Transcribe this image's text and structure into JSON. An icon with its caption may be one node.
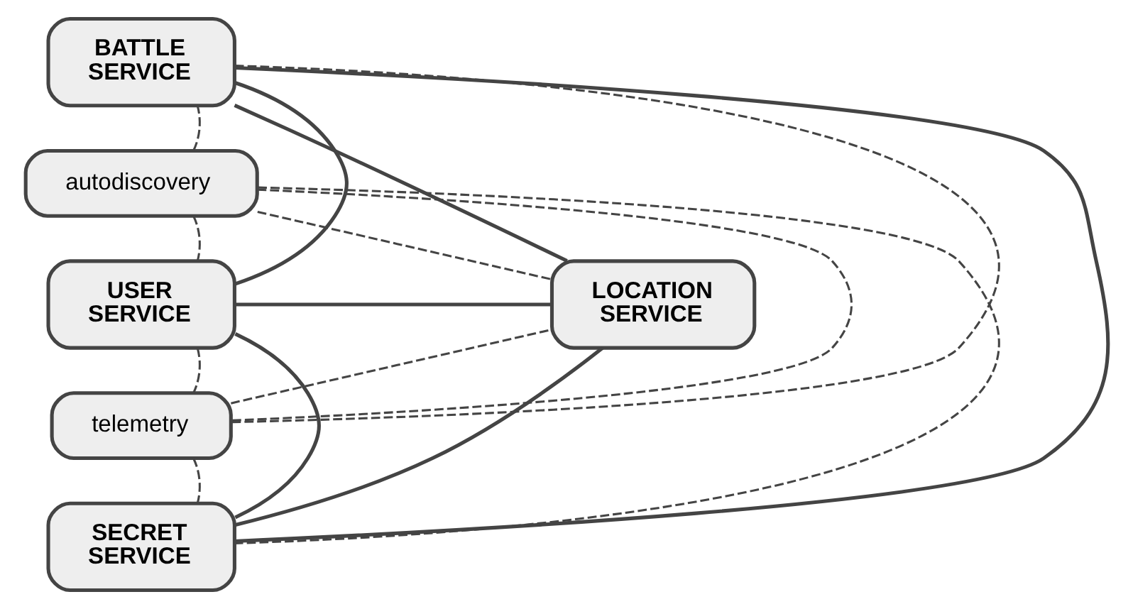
{
  "diagram": {
    "nodes": [
      {
        "text": [
          "BATTLE SERVICE"
        ]
      },
      {
        "text": [
          "autodiscovery"
        ]
      },
      {
        "text": [
          "USER SERVICE"
        ]
      },
      {
        "text": [
          "LOCATION SERVICE"
        ]
      },
      {
        "text": [
          "telemetry"
        ]
      },
      {
        "text": [
          "SECRET SERVICE"
        ]
      }
    ],
    "edges": [
      {
        "from": 2,
        "to": 0,
        "arrow": "none"
      },
      {
        "from": 0,
        "to": 3,
        "arrow": "none"
      },
      {
        "from": 0,
        "to": 5,
        "arrow": "none"
      },
      {
        "from": 2,
        "to": 3,
        "arrow": "none"
      },
      {
        "from": 2,
        "to": 5,
        "arrow": "none"
      },
      {
        "from": 5,
        "to": 3,
        "arrow": "none"
      },
      {
        "from": 1,
        "to": 0,
        "arrow": "none",
        "style": "dashed"
      },
      {
        "from": 1,
        "to": 2,
        "arrow": "none",
        "style": "dashed"
      },
      {
        "from": 1,
        "to": 3,
        "arrow": "none",
        "style": "dashed"
      },
      {
        "from": 1,
        "to": 4,
        "arrow": "none",
        "style": "dashed"
      },
      {
        "from": 1,
        "to": 5,
        "arrow": "none",
        "style": "dashed"
      },
      {
        "from": 0,
        "to": 4,
        "arrow": "none",
        "style": "dashed"
      },
      {
        "from": 2,
        "to": 4,
        "arrow": "none",
        "style": "dashed"
      },
      {
        "from": 4,
        "to": 3,
        "arrow": "none",
        "style": "dashed"
      },
      {
        "from": 4,
        "to": 5,
        "arrow": "none",
        "style": "dashed"
      }
    ]
  }
}
